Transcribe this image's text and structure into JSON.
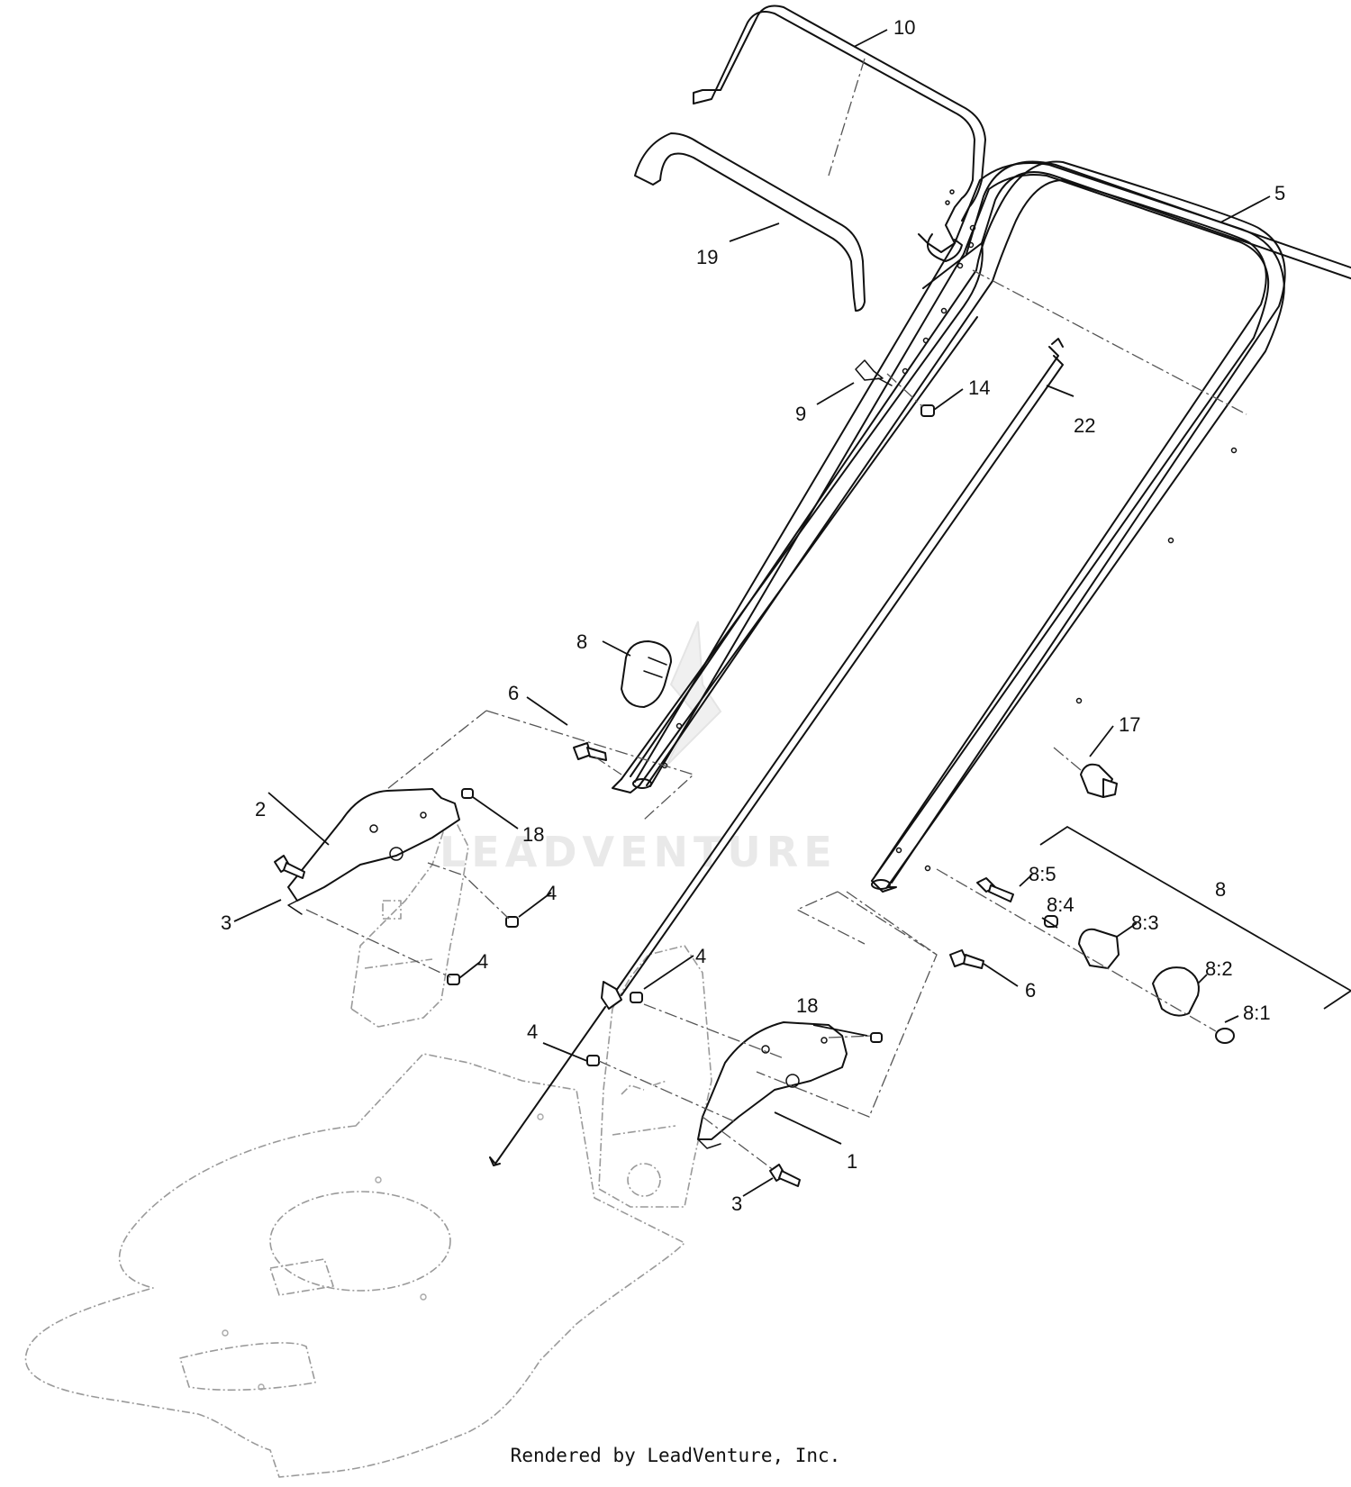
{
  "diagram": {
    "watermark": "LEADVENTURE",
    "footer": "Rendered by LeadVenture, Inc.",
    "callouts": [
      {
        "id": "c10",
        "text": "10"
      },
      {
        "id": "c5",
        "text": "5"
      },
      {
        "id": "c19",
        "text": "19"
      },
      {
        "id": "c9",
        "text": "9"
      },
      {
        "id": "c14",
        "text": "14"
      },
      {
        "id": "c22",
        "text": "22"
      },
      {
        "id": "c8a",
        "text": "8"
      },
      {
        "id": "c6a",
        "text": "6"
      },
      {
        "id": "c17",
        "text": "17"
      },
      {
        "id": "c2",
        "text": "2"
      },
      {
        "id": "c18a",
        "text": "18"
      },
      {
        "id": "c3a",
        "text": "3"
      },
      {
        "id": "c4a",
        "text": "4"
      },
      {
        "id": "c4b",
        "text": "4"
      },
      {
        "id": "c85",
        "text": "8:5"
      },
      {
        "id": "c8b",
        "text": "8"
      },
      {
        "id": "c84",
        "text": "8:4"
      },
      {
        "id": "c83",
        "text": "8:3"
      },
      {
        "id": "c4c",
        "text": "4"
      },
      {
        "id": "c6b",
        "text": "6"
      },
      {
        "id": "c82",
        "text": "8:2"
      },
      {
        "id": "c18b",
        "text": "18"
      },
      {
        "id": "c4d",
        "text": "4"
      },
      {
        "id": "c81",
        "text": "8:1"
      },
      {
        "id": "c1",
        "text": "1"
      },
      {
        "id": "c3b",
        "text": "3"
      }
    ]
  }
}
